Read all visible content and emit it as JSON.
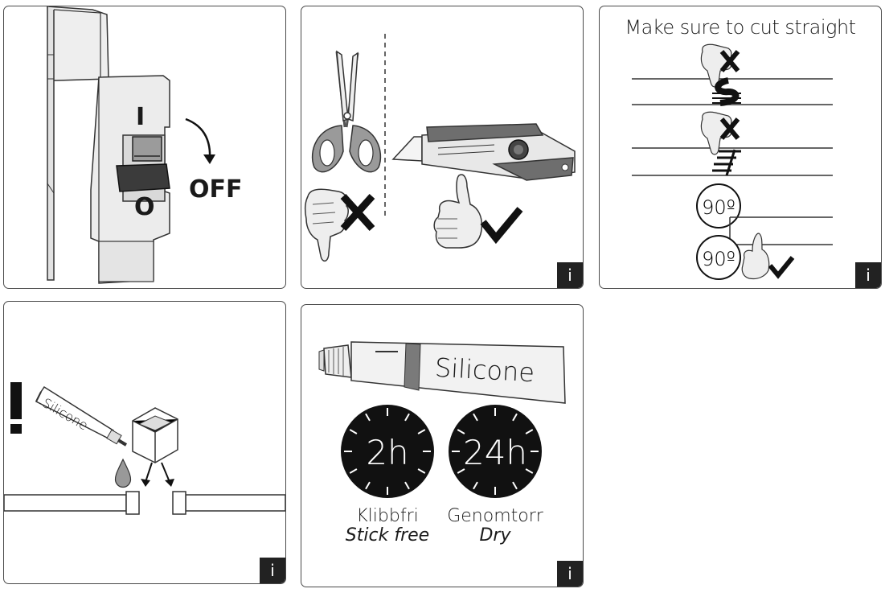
{
  "panel1": {
    "switch_on_label": "I",
    "switch_off_label": "O",
    "off_label": "OFF"
  },
  "panel2": {
    "info": "i"
  },
  "panel3": {
    "title": "Make sure to cut straight",
    "angle_label_1": "90º",
    "angle_label_2": "90º",
    "info": "i"
  },
  "panel4": {
    "warning_mark": "!",
    "tube_label": "Silicone",
    "info": "i"
  },
  "panel5": {
    "tube_label": "Silicone",
    "timer_1": {
      "value": "2h",
      "label_sv": "Klibbfri",
      "label_en": "Stick free"
    },
    "timer_2": {
      "value": "24h",
      "label_sv": "Genomtorr",
      "label_en": "Dry"
    },
    "info": "i"
  },
  "colors": {
    "ink": "#1a1a1a",
    "panel_border": "#4a4a4a",
    "tube_band": "#7a7a7a",
    "body_gray": "#e6e6e6"
  }
}
